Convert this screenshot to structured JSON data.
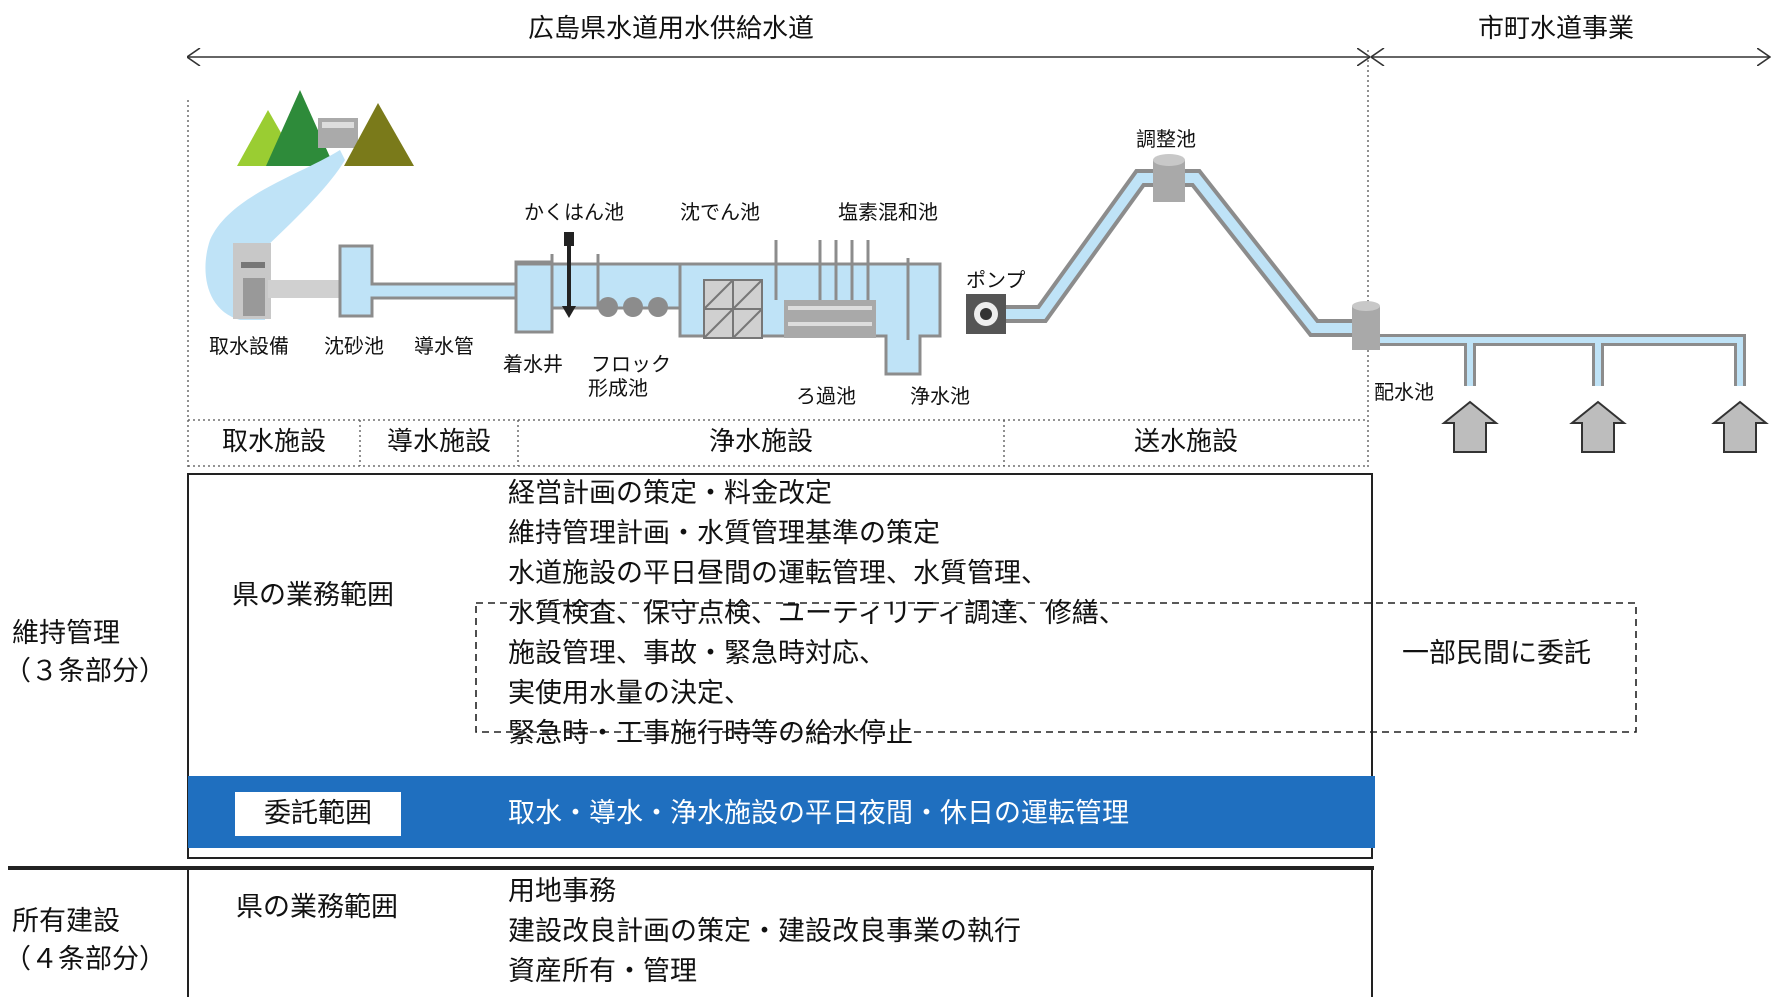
{
  "headers": {
    "prefecture": "広島県水道用水供給水道",
    "municipal": "市町水道事業"
  },
  "facilities": {
    "intake_equipment": "取水設備",
    "settling_basin": "沈砂池",
    "conduit": "導水管",
    "receiving_well": "着水井",
    "mixing_basin": "かくはん池",
    "floc_basin_1": "フロック",
    "floc_basin_2": "形成池",
    "sedimentation": "沈でん池",
    "filtration": "ろ過池",
    "chlorine_mixing": "塩素混和池",
    "clear_water": "浄水池",
    "pump": "ポンプ",
    "regulating_reservoir": "調整池",
    "distribution_reservoir": "配水池"
  },
  "sections": [
    "取水施設",
    "導水施設",
    "浄水施設",
    "送水施設"
  ],
  "maintenance": {
    "label_line1": "維持管理",
    "label_line2": "（３条部分）",
    "scope_label": "県の業務範囲",
    "tasks": [
      "経営計画の策定・料金改定",
      "維持管理計画・水質管理基準の策定",
      "水道施設の平日昼間の運転管理、水質管理、",
      "水質検査、保守点検、ユーティリティ調達、修繕、",
      "施設管理、事故・緊急時対応、",
      "実使用水量の決定、",
      "緊急時・工事施行時等の給水停止"
    ],
    "outsourced_note": "一部民間に委託",
    "contract_label": "委託範囲",
    "contract_text": "取水・導水・浄水施設の平日夜間・休日の運転管理"
  },
  "ownership": {
    "label_line1": "所有建設",
    "label_line2": "（４条部分）",
    "scope_label": "県の業務範囲",
    "tasks": [
      "用地事務",
      "建設改良計画の策定・建設改良事業の執行",
      "資産所有・管理"
    ]
  },
  "colors": {
    "water": "#bfe3f7",
    "pipe_outline": "#8c8c8c",
    "band": "#1f6fbf",
    "mountain_light": "#9acd32",
    "mountain_dark": "#2e8b3a",
    "mountain_olive": "#7a7a1a",
    "tap": "#bdbdbd"
  }
}
